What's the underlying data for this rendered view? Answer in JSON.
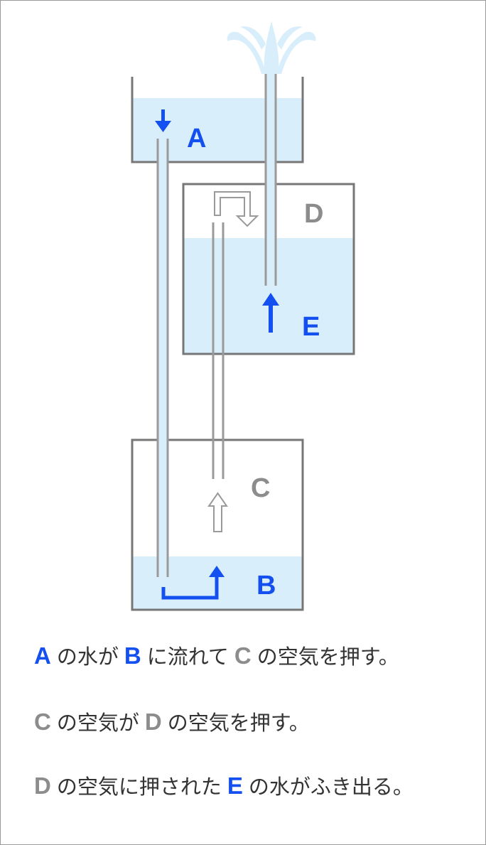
{
  "colors": {
    "blue": "#1450f0",
    "gray": "#8c8c8c",
    "water": "#d9eefb",
    "outline": "#777777"
  },
  "labels": {
    "A": "A",
    "B": "B",
    "C": "C",
    "D": "D",
    "E": "E"
  },
  "captions": [
    {
      "parts": [
        {
          "t": "A",
          "c": "blue"
        },
        {
          "t": "の水が"
        },
        {
          "t": "B",
          "c": "blue"
        },
        {
          "t": "に流れて"
        },
        {
          "t": "C",
          "c": "gray"
        },
        {
          "t": "の空気を押す。"
        }
      ]
    },
    {
      "parts": [
        {
          "t": "C",
          "c": "gray"
        },
        {
          "t": "の空気が"
        },
        {
          "t": "D",
          "c": "gray"
        },
        {
          "t": "の空気を押す。"
        }
      ]
    },
    {
      "parts": [
        {
          "t": "D",
          "c": "gray"
        },
        {
          "t": "の空気に押された"
        },
        {
          "t": "E",
          "c": "blue"
        },
        {
          "t": "の水がふき出る。"
        }
      ]
    }
  ]
}
